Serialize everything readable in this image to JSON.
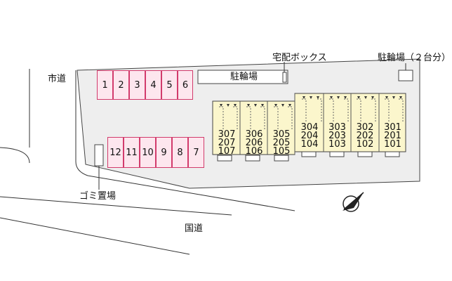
{
  "labels": {
    "city_road": "市道",
    "national_road": "国道",
    "delivery_box": "宅配ボックス",
    "bicycle_parking": "駐輪場",
    "bicycle_parking_2": "駐輪場（２台分）",
    "garbage": "ゴミ置場"
  },
  "parking_top": [
    "1",
    "2",
    "3",
    "4",
    "5",
    "6"
  ],
  "parking_bottom": [
    "12",
    "11",
    "10",
    "9",
    "8",
    "7"
  ],
  "units": [
    {
      "floors": [
        "307",
        "207",
        "107"
      ]
    },
    {
      "floors": [
        "306",
        "206",
        "106"
      ]
    },
    {
      "floors": [
        "305",
        "205",
        "105"
      ]
    },
    {
      "floors": [
        "304",
        "204",
        "104"
      ]
    },
    {
      "floors": [
        "303",
        "203",
        "103"
      ]
    },
    {
      "floors": [
        "302",
        "202",
        "102"
      ]
    },
    {
      "floors": [
        "301",
        "201",
        "101"
      ]
    }
  ],
  "colors": {
    "site_fill": "#eeeeee",
    "building_fill": "#fbf6cc",
    "parking_fill": "#fde6ee",
    "parking_border": "#d23b6c"
  },
  "compass_icon": "compass-arrow-icon"
}
